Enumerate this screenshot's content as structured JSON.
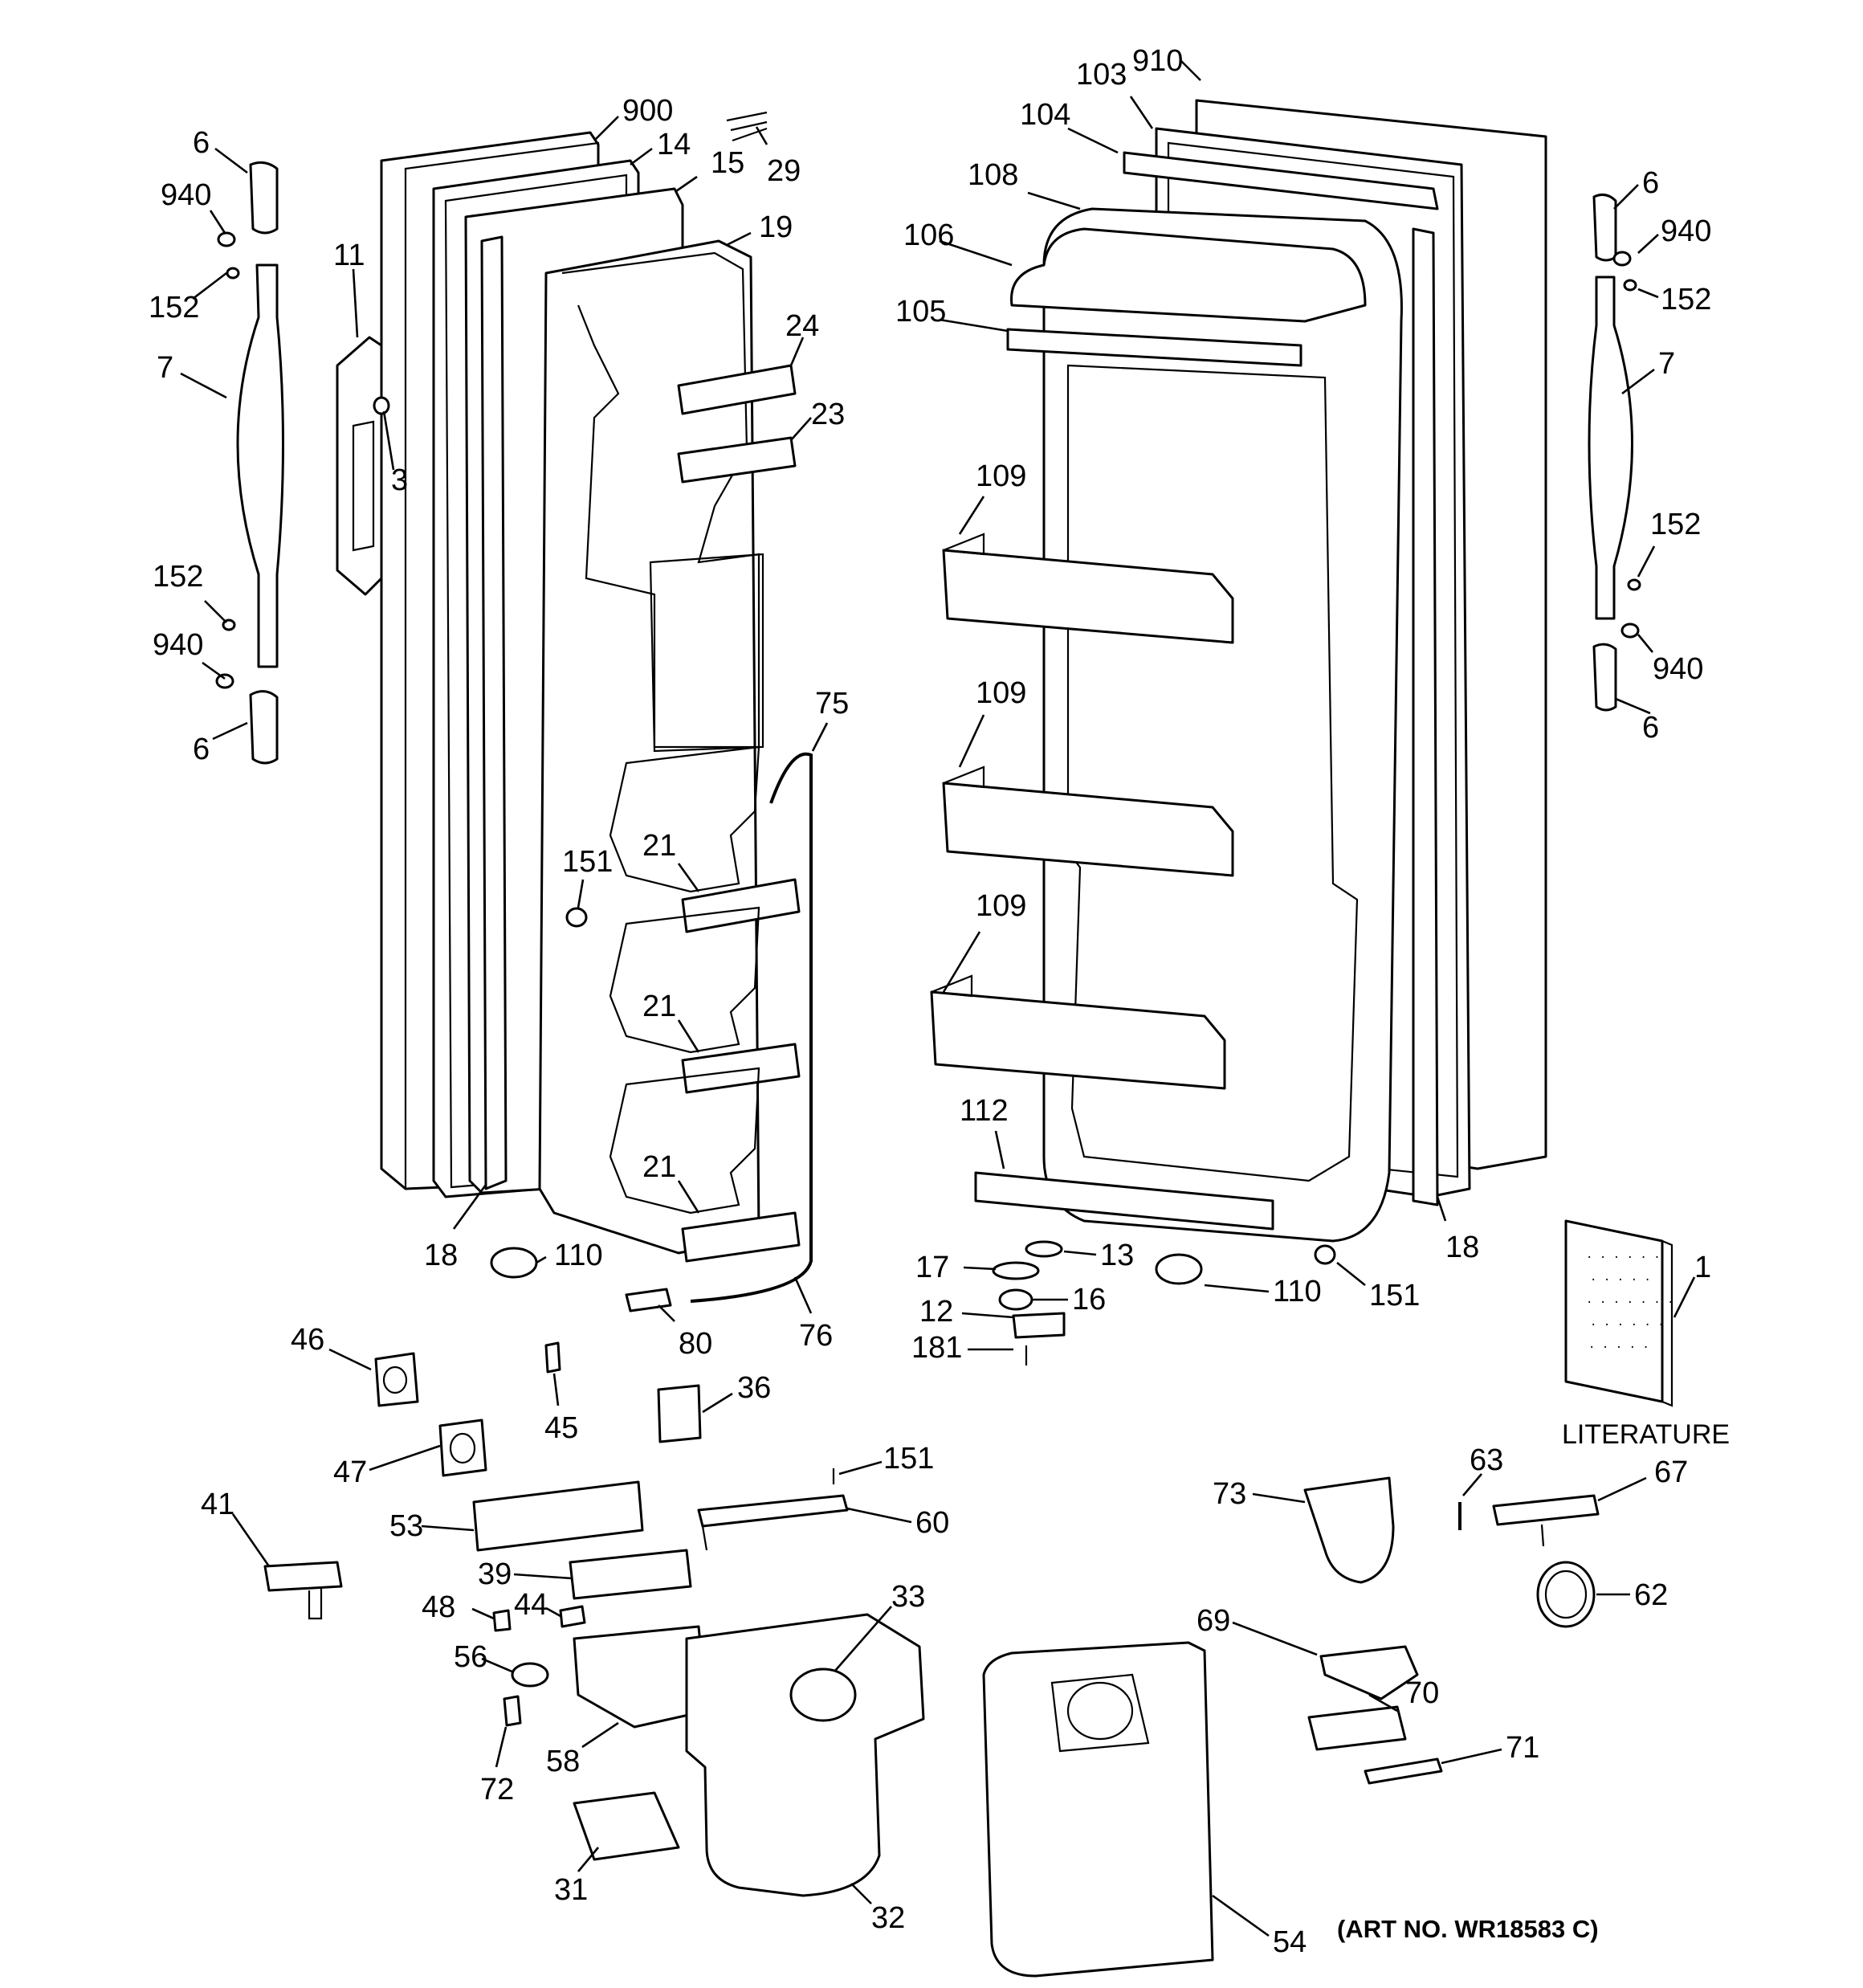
{
  "diagram": {
    "art_number": "(ART NO. WR18583 C)",
    "literature_label": "LITERATURE",
    "literature_book_lines": [
      "· · · · · ·",
      "· · · · ·",
      "· · · · · · ·",
      "· · · · · ·",
      "· · · · ·"
    ],
    "callouts": {
      "c6_tl": "6",
      "c940_tl": "940",
      "c152_tl": "152",
      "c7_l": "7",
      "c152_bl": "152",
      "c940_bl": "940",
      "c6_bl": "6",
      "c11": "11",
      "c3": "3",
      "c900": "900",
      "c14": "14",
      "c15": "15",
      "c29": "29",
      "c19": "19",
      "c24": "24",
      "c23": "23",
      "c75": "75",
      "c151_l": "151",
      "c21_a": "21",
      "c21_b": "21",
      "c21_c": "21",
      "c18_l": "18",
      "c110_l": "110",
      "c80": "80",
      "c76": "76",
      "c910": "910",
      "c103": "103",
      "c104": "104",
      "c108": "108",
      "c106": "106",
      "c105": "105",
      "c109_a": "109",
      "c109_b": "109",
      "c109_c": "109",
      "c112": "112",
      "c18_r": "18",
      "c13": "13",
      "c17": "17",
      "c16": "16",
      "c12": "12",
      "c181": "181",
      "c110_r": "110",
      "c151_r": "151",
      "c6_tr": "6",
      "c940_tr": "940",
      "c152_tr": "152",
      "c7_r": "7",
      "c152_br": "152",
      "c940_br": "940",
      "c6_br": "6",
      "c1": "1",
      "c46": "46",
      "c45": "45",
      "c36": "36",
      "c47": "47",
      "c151_b": "151",
      "c41": "41",
      "c53": "53",
      "c60": "60",
      "c39": "39",
      "c44": "44",
      "c48": "48",
      "c33": "33",
      "c56": "56",
      "c58": "58",
      "c72": "72",
      "c31": "31",
      "c32": "32",
      "c54": "54",
      "c63": "63",
      "c67": "67",
      "c73": "73",
      "c62": "62",
      "c69": "69",
      "c70": "70",
      "c71": "71"
    }
  }
}
